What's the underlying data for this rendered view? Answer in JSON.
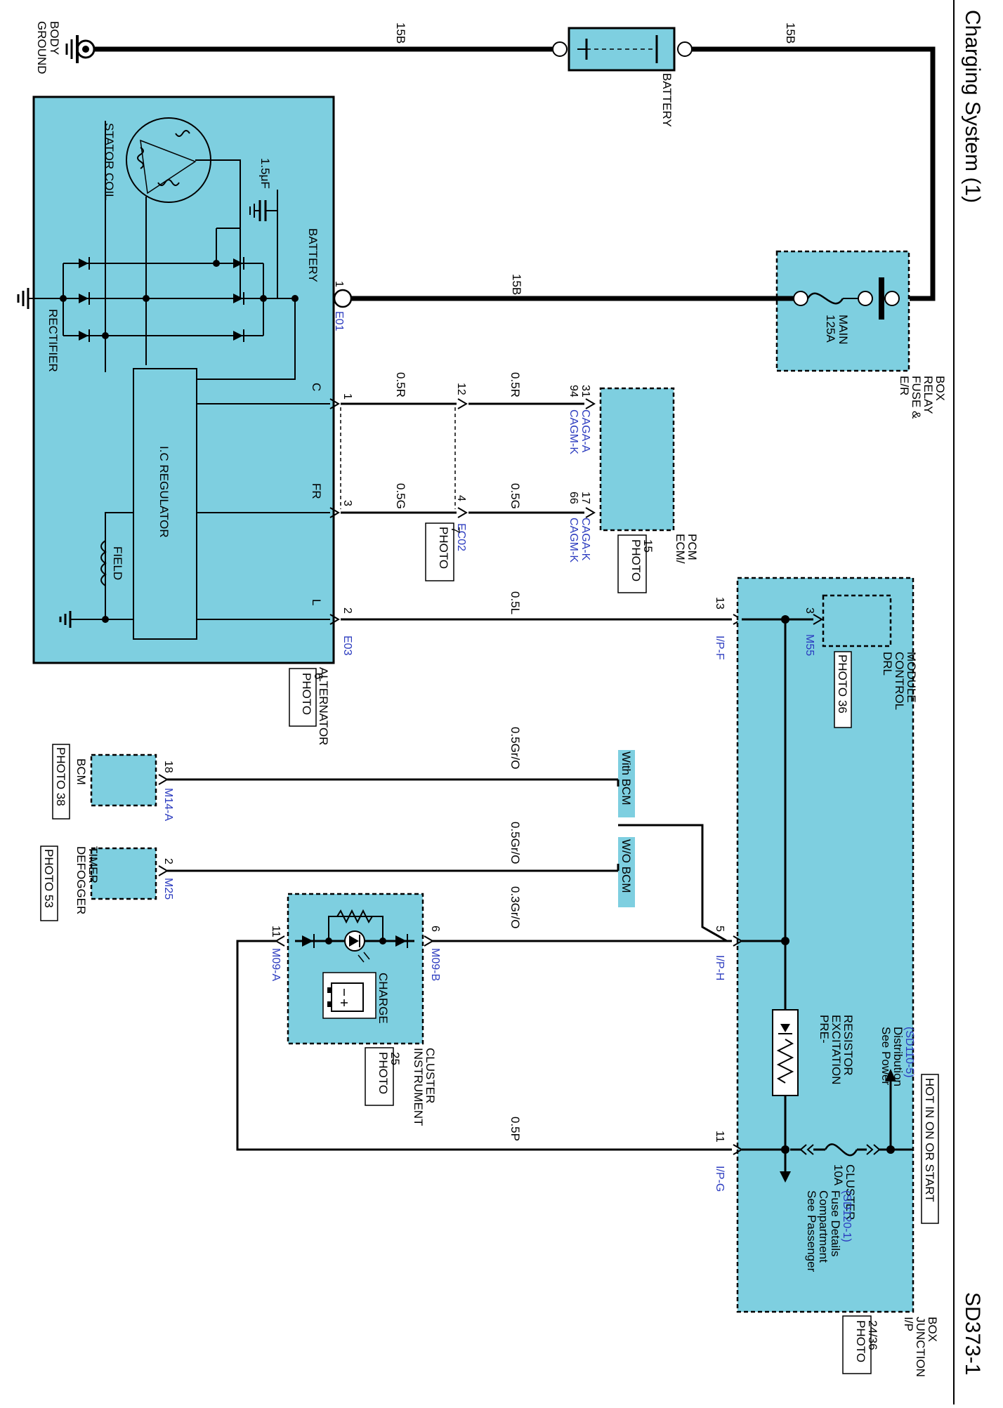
{
  "header": {
    "title": "Charging System (1)",
    "page_code": "SD373-1"
  },
  "components": {
    "body_ground": [
      "BODY",
      "GROUND"
    ],
    "battery": "BATTERY",
    "alternator": {
      "name": "ALTERNATOR",
      "photo": [
        "PHOTO",
        "6"
      ],
      "stator_coil": "STATOR COIL",
      "capacitor": "1.5μF",
      "battery_terminal": "BATTERY",
      "rectifier": "RECTIFIER",
      "regulator": "I.C REGULATOR",
      "field": "FIELD",
      "terminals": [
        "C",
        "FR",
        "L"
      ]
    },
    "er_box": {
      "name": [
        "E/R",
        "FUSE &",
        "RELAY",
        "BOX"
      ],
      "fuse": [
        "MAIN",
        "125A"
      ]
    },
    "ecm": {
      "name": [
        "ECM/",
        "PCM"
      ],
      "photo": [
        "PHOTO",
        "15"
      ]
    },
    "ec02_photo": [
      "PHOTO",
      "7"
    ],
    "ip_junction": {
      "name": [
        "I/P",
        "JUNCTION",
        "BOX"
      ],
      "photo": [
        "PHOTO",
        "24/36"
      ],
      "hot_label": "HOT IN ON OR START",
      "power_dist": [
        "See Power",
        "Distribution",
        "(SD110-5)"
      ],
      "fuse": [
        "CLUSTER",
        "10A"
      ],
      "fuse_details": [
        "See Passenger",
        "Compartment",
        "Fuse Details",
        "(SD120-1)"
      ],
      "resistor": [
        "PRE-",
        "EXCITATION",
        "RESISTOR"
      ]
    },
    "drl": {
      "name": [
        "DRL",
        "CONTROL",
        "MODULE"
      ],
      "photo": "PHOTO 36"
    },
    "bcm": {
      "name": "BCM",
      "photo": "PHOTO 38"
    },
    "defogger": {
      "name": [
        "DEFOGGER",
        "TIMER"
      ],
      "photo": "PHOTO 53"
    },
    "cluster": {
      "name": [
        "INSTRUMENT",
        "CLUSTER"
      ],
      "photo": [
        "PHOTO",
        "25"
      ],
      "lamp": "CHARGE"
    },
    "options": {
      "with_bcm": "With BCM",
      "wo_bcm": "W/O BCM"
    }
  },
  "wires": {
    "w15b_a": "15B",
    "w15b_b": "15B",
    "w15b_c": "15B",
    "w05r_a": "0.5R",
    "w05r_b": "0.5R",
    "w05g_a": "0.5G",
    "w05g_b": "0.5G",
    "w05l": "0.5L",
    "w05gro_a": "0.5Gr/O",
    "w05gro_b": "0.5Gr/O",
    "w03gro": "0.3Gr/O",
    "w05p": "0.5P"
  },
  "pins": {
    "alt_batt": "1",
    "alt_c": "1",
    "alt_fr": "3",
    "alt_l": "2",
    "ec02_c": "12",
    "ec02_fr": "4",
    "ecm_c": [
      "94",
      "31"
    ],
    "ecm_fr": [
      "66",
      "17"
    ],
    "ipf": "13",
    "drl": "3",
    "bcm": "18",
    "def": "2",
    "iph": "5",
    "clu_b": "6",
    "clu_a": "11",
    "ipg": "11"
  },
  "connectors": {
    "e01": "E01",
    "e03": "E03",
    "ec02": "EC02",
    "ecm_c": [
      "CAGM-K",
      "CAGA-A"
    ],
    "ecm_fr": [
      "CAGM-K",
      "CAGA-K"
    ],
    "ipf": "I/P-F",
    "m55": "M55",
    "m14a": "M14-A",
    "m25": "M25",
    "iph": "I/P-H",
    "m09b": "M09-B",
    "m09a": "M09-A",
    "ipg": "I/P-G"
  },
  "colors": {
    "component_fill": "#7ecfe0",
    "connector_text": "#2b3bbf",
    "wire": "#000000"
  }
}
